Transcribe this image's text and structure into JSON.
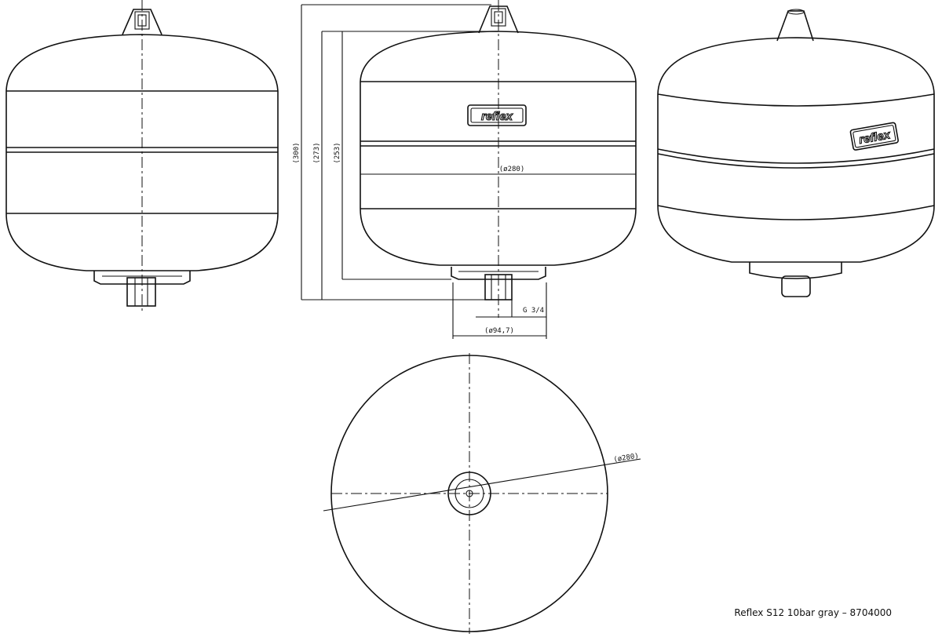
{
  "drawing": {
    "title": "Reflex S12  10bar  gray  –  8704000",
    "brand_logo": "reflex",
    "dimensions": {
      "height_total": "(300)",
      "height_mid": "(273)",
      "height_inner": "(253)",
      "diameter_body": "(ø280)",
      "thread": "G 3/4",
      "diameter_base": "(ø94,7)",
      "diameter_top_view": "(ø280)"
    }
  }
}
